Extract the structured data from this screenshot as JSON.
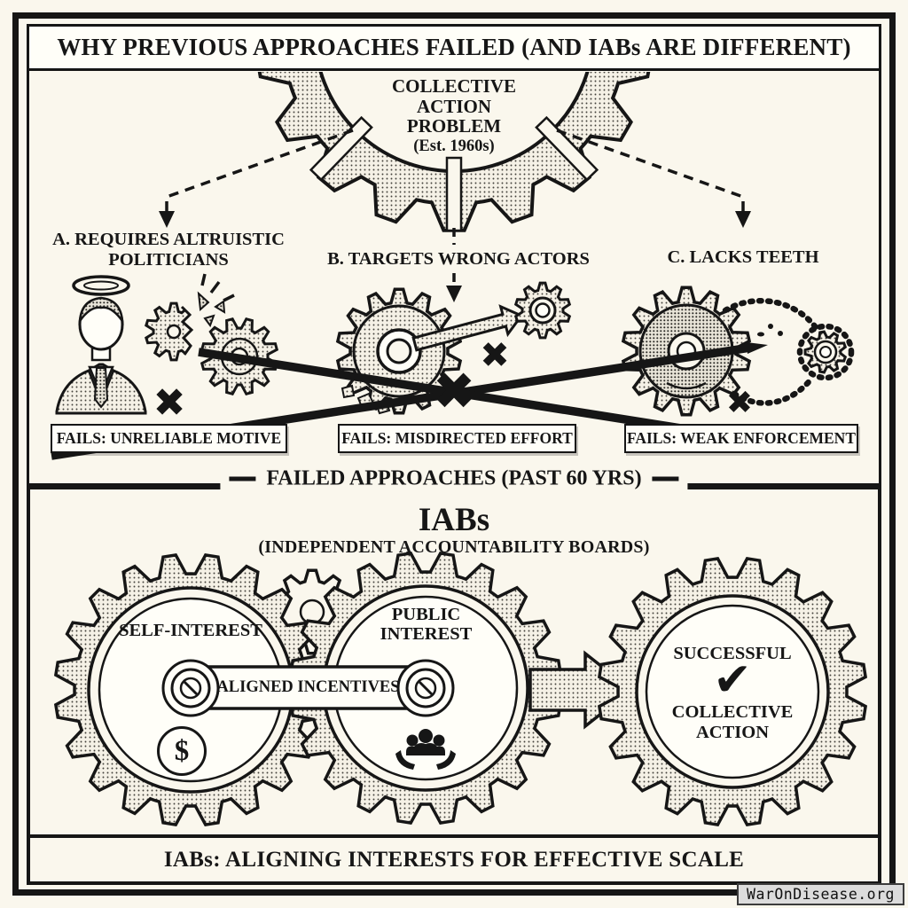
{
  "header": {
    "title": "WHY PREVIOUS APPROACHES FAILED (AND IABs ARE DIFFERENT)"
  },
  "failed_section": {
    "problem_gear": {
      "lines": [
        "COLLECTIVE",
        "ACTION",
        "PROBLEM",
        "(Est. 1960s)"
      ]
    },
    "branches": [
      {
        "id": "A",
        "heading": "A. REQUIRES ALTRUISTIC POLITICIANS",
        "fail_label": "FAILS: UNRELIABLE MOTIVE",
        "illustration": "politician-halo-broken-gears"
      },
      {
        "id": "B",
        "heading": "B. TARGETS WRONG ACTORS",
        "fail_label": "FAILS: MISDIRECTED EFFORT",
        "illustration": "gear-misdirected-arrow"
      },
      {
        "id": "C",
        "heading": "C. LACKS TEETH",
        "fail_label": "FAILS: WEAK ENFORCEMENT",
        "illustration": "gear-loose-chain"
      }
    ],
    "divider_label": "FAILED APPROACHES (PAST 60 YRS)"
  },
  "iab_section": {
    "title": "IABs",
    "subtitle": "(INDEPENDENT ACCOUNTABILITY BOARDS)",
    "left_gear": {
      "label": "SELF-INTEREST",
      "icon": "dollar-icon"
    },
    "middle_gear": {
      "lines": [
        "PUBLIC",
        "INTEREST"
      ],
      "icon": "community-icon"
    },
    "rod_label": "ALIGNED INCENTIVES",
    "right_gear": {
      "top": "SUCCESSFUL",
      "lines": [
        "COLLECTIVE",
        "ACTION"
      ],
      "icon": "check-icon"
    },
    "caption": "IABs: ALIGNING INTERESTS FOR EFFECTIVE SCALE"
  },
  "symbols": {
    "cross": "✖",
    "check": "✔",
    "dollar": "$"
  },
  "colors": {
    "ink": "#161616",
    "paper": "#FAF7ED"
  },
  "watermark": "WarOnDisease.org"
}
